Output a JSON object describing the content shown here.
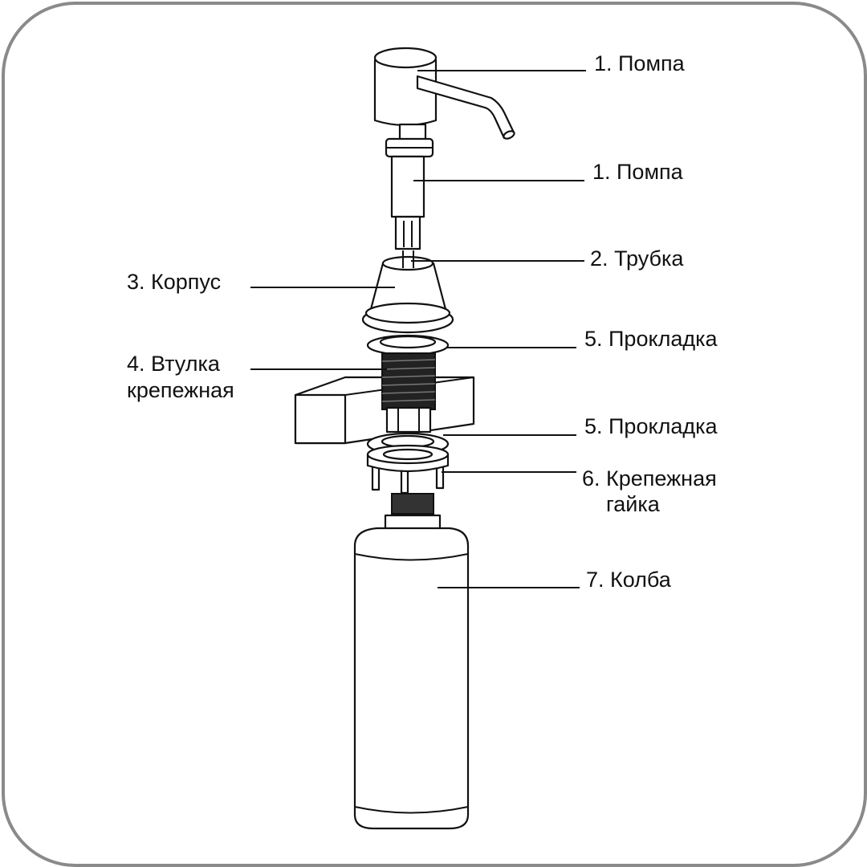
{
  "labels": {
    "pump_1": "1. Помпа",
    "pump_2": "1. Помпа",
    "tube": "2. Трубка",
    "body": "3. Корпус",
    "bushing_line1": "4. Втулка",
    "bushing_line2": "крепежная",
    "gasket_1": "5. Прокладка",
    "gasket_2": "5. Прокладка",
    "nut_line1": "6. Крепежная",
    "nut_line2": "гайка",
    "flask": "7. Колба"
  },
  "colors": {
    "frame": "#8a8a8a",
    "line": "#111111"
  }
}
